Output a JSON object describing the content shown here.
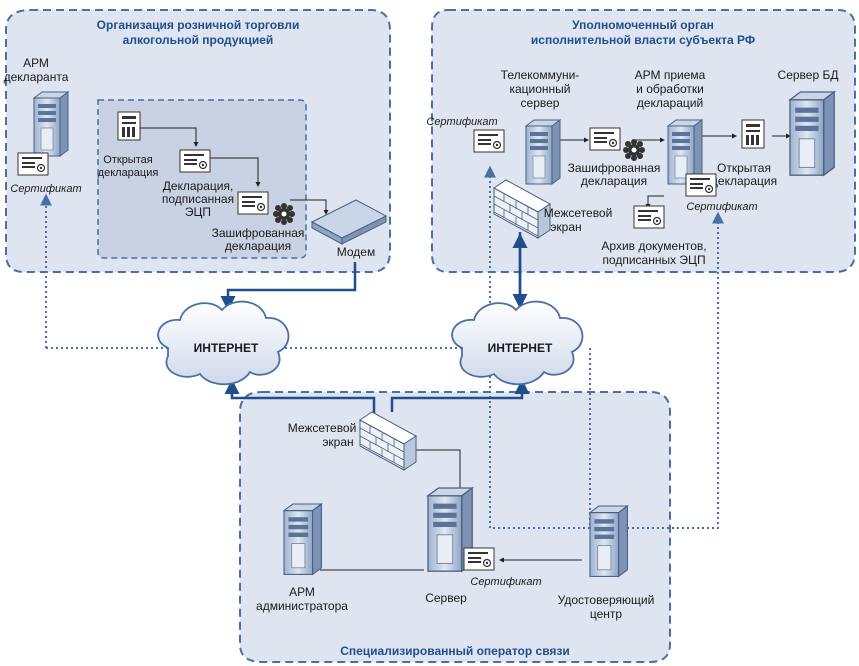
{
  "colors": {
    "panel": "#dfe5f0",
    "inner": "#c8d2e3",
    "border": "#4a6fa5",
    "title": "#1f4e8c",
    "flow": "#1f4e8c",
    "dotted": "#4a6fa5"
  },
  "org": {
    "title_line1": "Организация розничной торговли",
    "title_line2": "алкогольной продукцией",
    "arm_line1": "АРМ",
    "arm_line2": "декларанта",
    "certificate": "Сертификат",
    "open_decl_line1": "Открытая",
    "open_decl_line2": "декларация",
    "signed_line1": "Декларация,",
    "signed_line2": "подписанная",
    "signed_line3": "ЭЦП",
    "enc_line1": "Зашифрованная",
    "enc_line2": "декларация",
    "modem": "Модем"
  },
  "authority": {
    "title_line1": "Уполномоченный орган",
    "title_line2": "исполнительной власти субъекта РФ",
    "telecom_line1": "Телекоммуни-",
    "telecom_line2": "кационный",
    "telecom_line3": "сервер",
    "arm_recv_line1": "АРМ приема",
    "arm_recv_line2": "и обработки",
    "arm_recv_line3": "деклараций",
    "db_server": "Сервер БД",
    "certificate_left": "Сертификат",
    "certificate_right": "Сертификат",
    "enc_line1": "Зашифрованная",
    "enc_line2": "декларация",
    "open_line1": "Открытая",
    "open_line2": "декларация",
    "firewall_line1": "Межсетевой",
    "firewall_line2": "экран",
    "archive_line1": "Архив документов,",
    "archive_line2": "подписанных ЭЦП"
  },
  "internet": {
    "left": "ИНТЕРНЕТ",
    "right": "ИНТЕРНЕТ"
  },
  "operator": {
    "title": "Специализированный оператор связи",
    "firewall_line1": "Межсетевой",
    "firewall_line2": "экран",
    "admin_line1": "АРМ",
    "admin_line2": "администратора",
    "server": "Сервер",
    "certificate": "Сертификат",
    "ca_line1": "Удостоверяющий",
    "ca_line2": "центр"
  }
}
